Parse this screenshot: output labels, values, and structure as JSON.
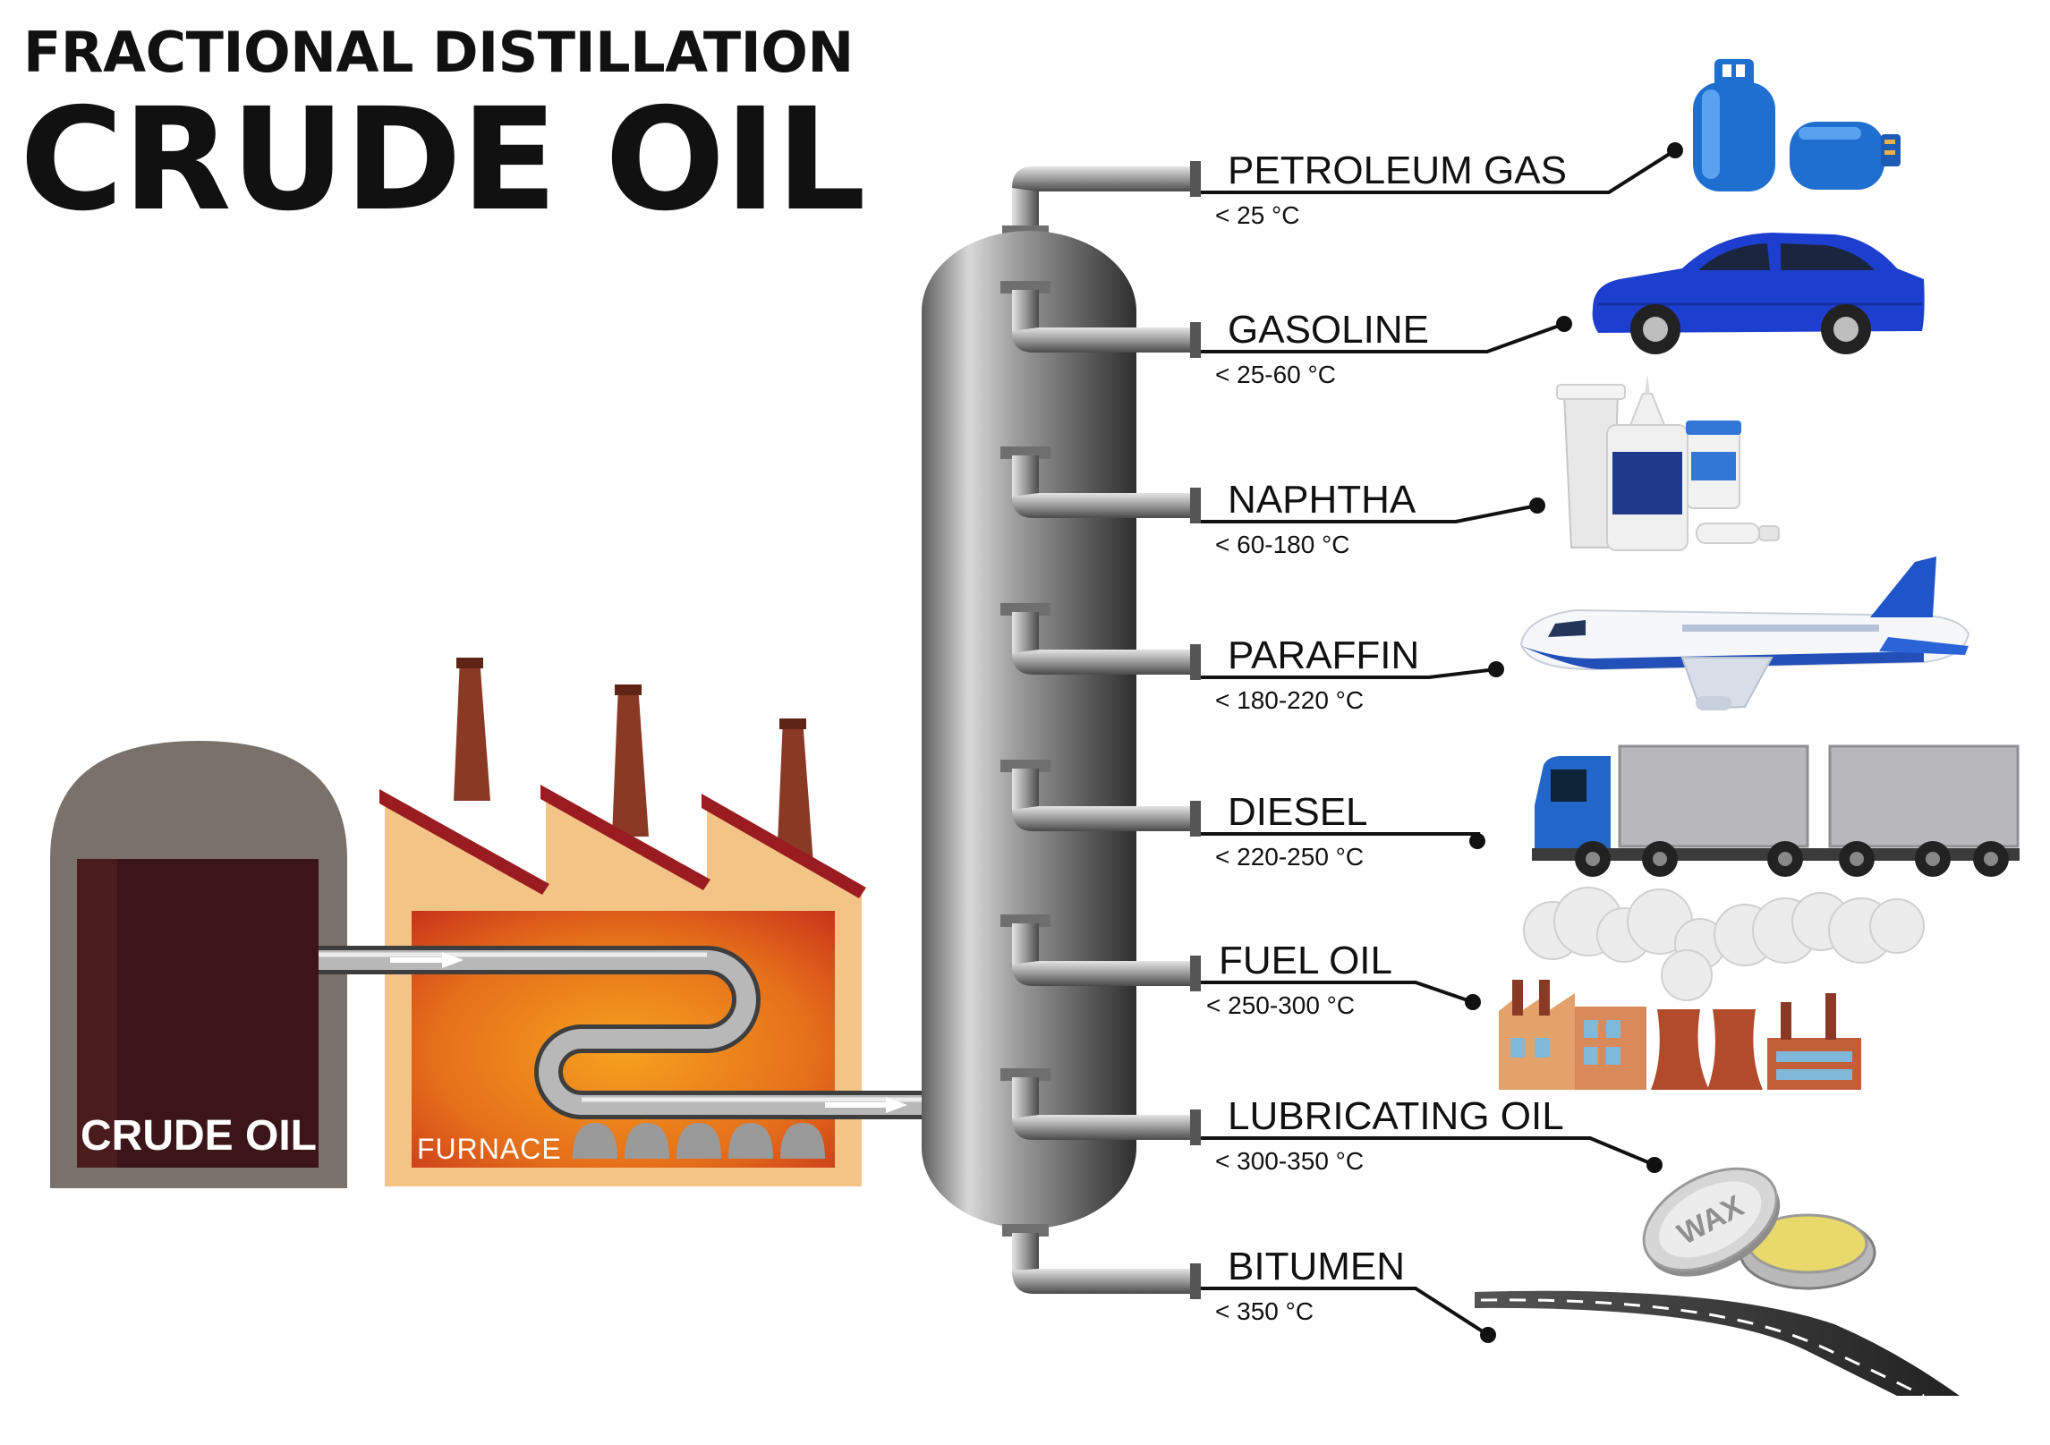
{
  "title": {
    "line1": "FRACTIONAL DISTILLATION",
    "line2": "CRUDE OIL"
  },
  "source": {
    "label": "CRUDE OIL"
  },
  "furnace": {
    "label": "FURNACE"
  },
  "fractions": [
    {
      "name": "PETROLEUM GAS",
      "temp": "< 25 °C",
      "product_icon": "gas-cylinders-icon"
    },
    {
      "name": "GASOLINE",
      "temp": "< 25-60 °C",
      "product_icon": "car-icon"
    },
    {
      "name": "NAPHTHA",
      "temp": "< 60-180 °C",
      "product_icon": "chemical-bottles-icon"
    },
    {
      "name": "PARAFFIN",
      "temp": "< 180-220 °C",
      "product_icon": "airplane-icon"
    },
    {
      "name": "DIESEL",
      "temp": "< 220-250 °C",
      "product_icon": "truck-icon"
    },
    {
      "name": "FUEL OIL",
      "temp": "< 250-300 °C",
      "product_icon": "factories-icon"
    },
    {
      "name": "LUBRICATING OIL",
      "temp": "< 300-350 °C",
      "product_icon": "wax-tin-icon"
    },
    {
      "name": "BITUMEN",
      "temp": "< 350 °C",
      "product_icon": "road-icon"
    }
  ],
  "wax_label": "WAX",
  "colors": {
    "crude_oil_tank": "#7a716b",
    "crude_oil": "#3b1517",
    "furnace_building": "#f2c486",
    "furnace_fire": "#e8731e",
    "chimney": "#8a3a24",
    "column_steel": "#8c8c8c",
    "text": "#111111"
  }
}
